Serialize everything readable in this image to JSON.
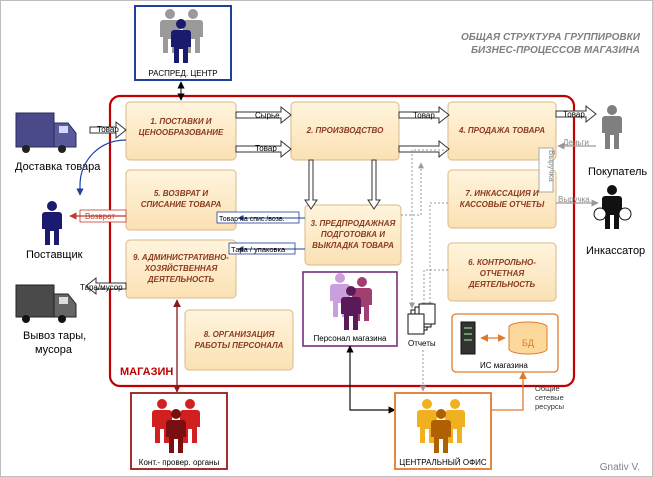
{
  "title": {
    "line1": "ОБЩАЯ СТРУКТУРА ГРУППИРОВКИ",
    "line2": "БИЗНЕС-ПРОЦЕССОВ МАГАЗИНА"
  },
  "author": "Gnativ V.",
  "store_label": "МАГАЗИН",
  "actors": {
    "distribution_center": "РАСПРЕД. ЦЕНТР",
    "delivery": "Доставка товара",
    "supplier": "Поставщик",
    "waste_line1": "Вывоз тары,",
    "waste_line2": "мусора",
    "buyer": "Покупатель",
    "collector": "Инкассатор",
    "control_bodies": "Конт.- провер. органы",
    "central_office": "ЦЕНТРАЛЬНЫЙ ОФИС",
    "store_staff": "Персонал магазина",
    "reports": "Отчеты",
    "is_store": "ИС магазина",
    "db": "БД",
    "shared_line1": "Общие",
    "shared_line2": "сетевые",
    "shared_line3": "ресурсы"
  },
  "processes": {
    "p1": [
      "1. ПОСТАВКИ И",
      "ЦЕНООБРАЗОВАНИЕ"
    ],
    "p2": [
      "2. ПРОИЗВОДСТВО"
    ],
    "p3": [
      "3. ПРЕДПРОДАЖНАЯ",
      "ПОДГОТОВКА И",
      "ВЫКЛАДКА ТОВАРА"
    ],
    "p4": [
      "4. ПРОДАЖА ТОВАРА"
    ],
    "p5": [
      "5. ВОЗВРАТ И",
      "СПИСАНИЕ ТОВАРА"
    ],
    "p6": [
      "6. КОНТРОЛЬНО-",
      "ОТЧЕТНАЯ",
      "ДЕЯТЕЛЬНОСТЬ"
    ],
    "p7": [
      "7. ИНКАССАЦИЯ И",
      "КАССОВЫЕ ОТЧЕТЫ"
    ],
    "p8": [
      "8. ОРГАНИЗАЦИЯ",
      "РАБОТЫ ПЕРСОНАЛА"
    ],
    "p9": [
      "9. АДМИНИСТРАТИВНО-",
      "ХОЗЯЙСТВЕННАЯ",
      "ДЕЯТЕЛЬНОСТЬ"
    ]
  },
  "flows": {
    "tovar_in": "Товар",
    "syrye": "Сырье",
    "tovar_1_2": "Товар",
    "tovar_2_4": "Товар",
    "tovar_out": "Товар",
    "dengi": "Деньги",
    "vyruchka_v": "Выручка",
    "vyruchka_out": "Выручка",
    "vozvrat": "Возврат",
    "tovar_spis": "Товар на спис./возв.",
    "tara_upakovka": "Тара / упаковка",
    "tara_musor": "Тара/мусор"
  },
  "colors": {
    "store_border": "#c00000",
    "process_fill": "#fde9c4",
    "process_border": "#d9b98a",
    "process_text": "#8b3a1e",
    "dc_border": "#1f3f9f",
    "office_border": "#e07a2e",
    "control_border": "#9b1a1a",
    "staff_border": "#7b2d7b",
    "flow_red": "#c0392b",
    "flow_dark_red": "#8b1a1a",
    "flow_navy": "#1f3f9f",
    "flow_orange": "#e07a2e",
    "gray_person": "#7f7f7f",
    "navy_person": "#1a1a6e",
    "purple_person": "#7b2d7b",
    "maroon_person": "#8b1a1a",
    "orange_person": "#e0a020"
  }
}
